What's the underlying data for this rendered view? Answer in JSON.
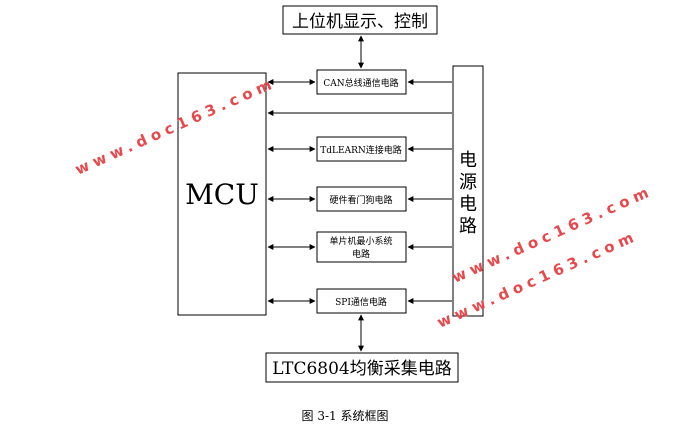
{
  "diagram": {
    "top_box": "上位机显示、控制",
    "bottom_box": "LTC6804均衡采集电路",
    "mcu": "MCU",
    "power_chars": [
      "电",
      "源",
      "电",
      "路"
    ],
    "modules": [
      {
        "lines": [
          "CAN总线通信电路"
        ]
      },
      {
        "lines": [
          "TdLEARN连接电路"
        ]
      },
      {
        "lines": [
          "硬件看门狗电路"
        ]
      },
      {
        "lines": [
          "单片机最小系统",
          "电路"
        ]
      },
      {
        "lines": [
          "SPI通信电路"
        ]
      }
    ],
    "caption": "图 3-1  系统框图"
  },
  "watermarks": [
    "www.doc163.com",
    "www.doc163.com",
    "www.doc163.com"
  ]
}
